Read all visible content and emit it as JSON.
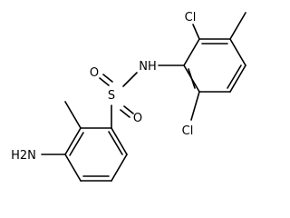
{
  "structure": {
    "atoms": {
      "s": "S",
      "o_top": "O",
      "o_bottom": "O",
      "nh": "NH",
      "cl_top": "Cl",
      "cl_bottom": "Cl",
      "h2n": "H2N"
    }
  }
}
